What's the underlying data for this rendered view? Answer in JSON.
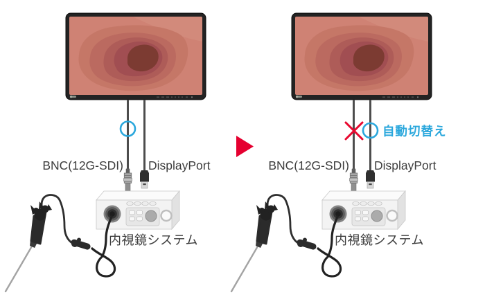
{
  "colors": {
    "accent_cyan": "#2aa7dc",
    "alert_red": "#e8082f",
    "arrow_red": "#e50030",
    "screen_shades": [
      "#cf8274",
      "#c57767",
      "#bb6a60",
      "#ae5c58",
      "#a14e52",
      "#7c3b32"
    ]
  },
  "arrow": {
    "icon": "right-triangle"
  },
  "panels": [
    {
      "id": "before",
      "labels": {
        "bnc": "BNC(12G-SDI)",
        "displayport": "DisplayPort",
        "system": "内視鏡システム"
      },
      "signal_status": {
        "bnc_cable": "active-circle",
        "displayport_cable": "connected"
      }
    },
    {
      "id": "after",
      "labels": {
        "bnc": "BNC(12G-SDI)",
        "displayport": "DisplayPort",
        "system": "内視鏡システム",
        "auto_switch": "自動切替え"
      },
      "signal_status": {
        "bnc_cable": "signal-lost-x",
        "displayport_cable": "active-circle"
      }
    }
  ]
}
